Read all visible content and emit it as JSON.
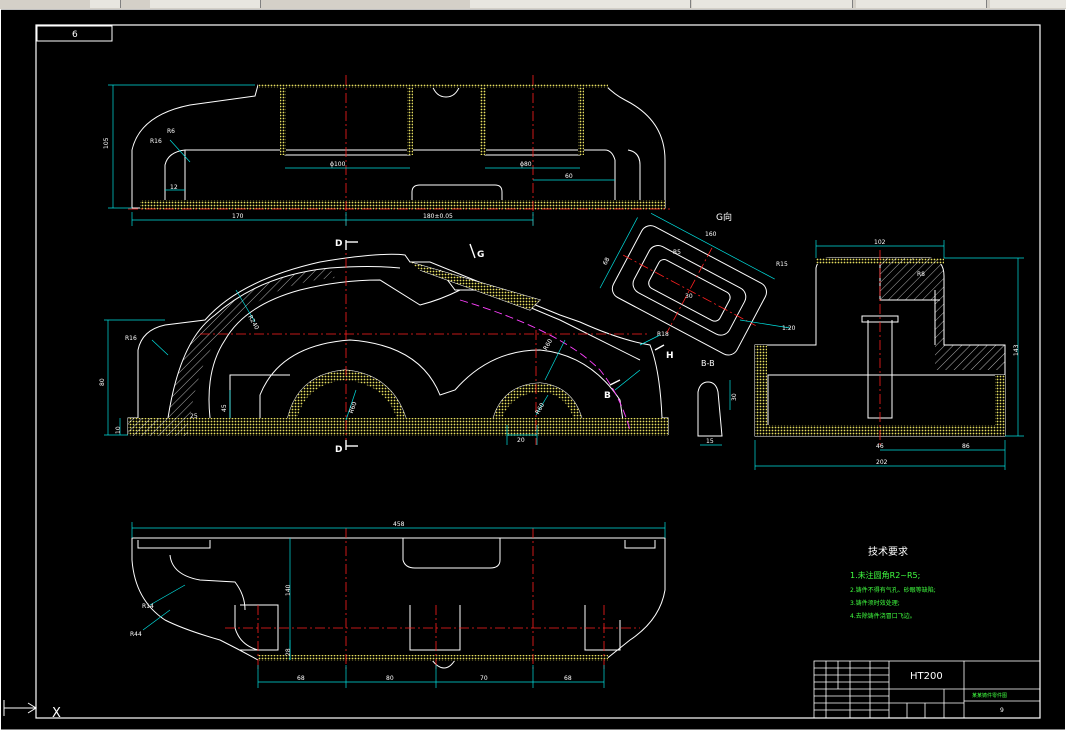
{
  "drawing": {
    "sheet_number": "6",
    "material": "HT200",
    "tech_title": "技术要求",
    "tech_items": [
      "1.未注圆角R2~R5;",
      "2.铸件不得有气孔、砂眼等缺陷;",
      "3.铸件须时效处理;",
      "4.去除铸件浇冒口飞边。"
    ],
    "title_block_name": "某某铸件零件图",
    "title_block_sheet": "9",
    "view_g_label": "G向",
    "view_bb_label": "B-B",
    "dims_top": {
      "width_left": "170",
      "width_right": "180±0.05",
      "bore1": "ϕ100",
      "bore2": "ϕ80",
      "height": "105",
      "r16": "R16",
      "r6": "R6",
      "d12": "12",
      "d60": "60"
    },
    "dims_mid": {
      "r16": "R16",
      "h80": "80",
      "h10": "10",
      "r60": "R60",
      "r18": "R18",
      "d20": "20",
      "d45": "45",
      "d25": "25",
      "r240": "R240"
    },
    "dims_g": {
      "w160": "160",
      "h68": "68",
      "r15": "R15",
      "r5": "R5",
      "c30": "30"
    },
    "dims_bb": {
      "w15": "15",
      "h30": "30",
      "ratio": "1:20"
    },
    "dims_right": {
      "top_w": "102",
      "h143": "143",
      "r8": "R8",
      "b46": "46",
      "b86": "86",
      "total": "202"
    },
    "dims_bottom": {
      "total": "458",
      "h140": "140",
      "h28": "28",
      "d68a": "68",
      "d80": "80",
      "d70": "70",
      "d68b": "68",
      "r14": "R14",
      "r44": "R44"
    },
    "section_labels": {
      "d": "D",
      "h": "H",
      "b": "B",
      "g": "G"
    },
    "ucs_label": "X"
  }
}
